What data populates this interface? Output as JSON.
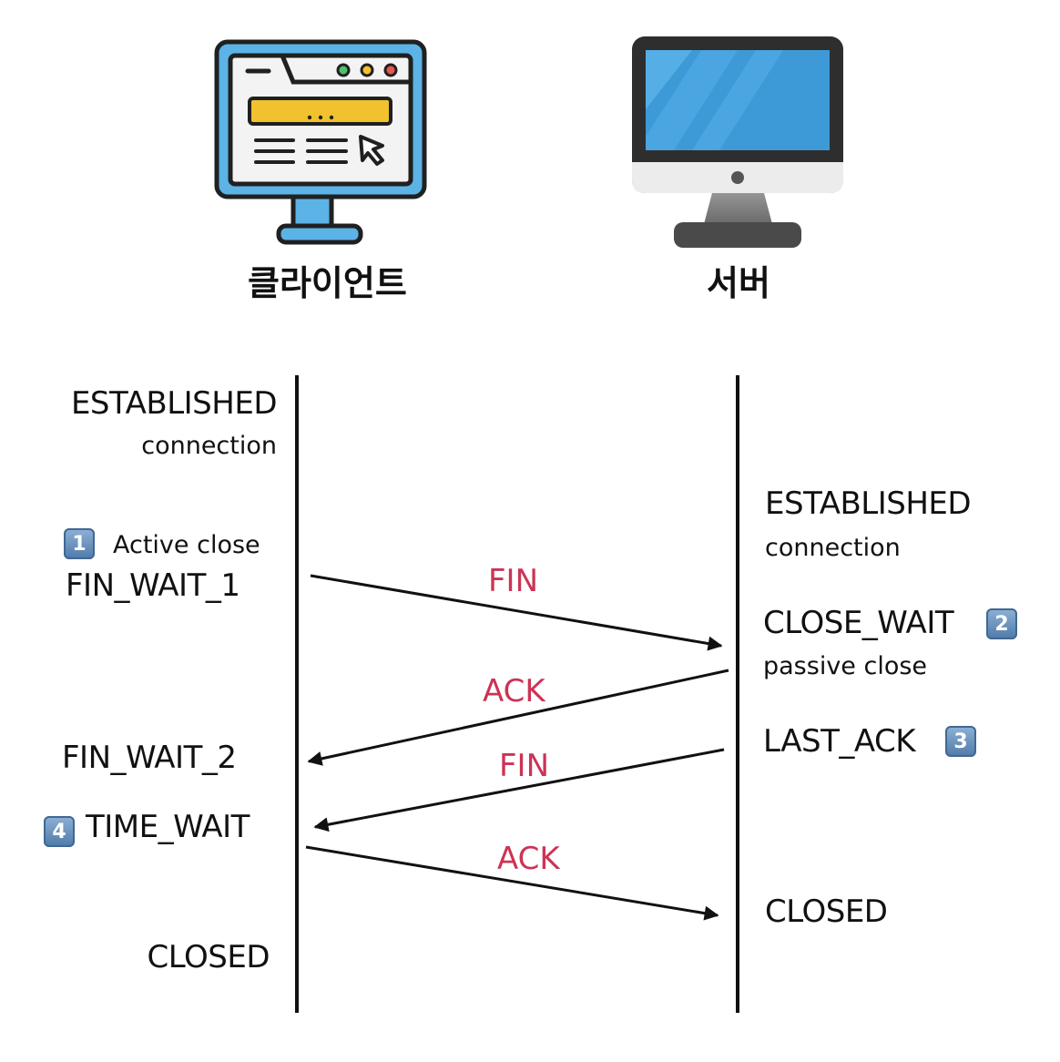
{
  "client": {
    "label": "클라이언트",
    "established": "ESTABLISHED",
    "established_sub": "connection",
    "step1_badge": "1",
    "active_close": "Active close",
    "fin_wait_1": "FIN_WAIT_1",
    "fin_wait_2": "FIN_WAIT_2",
    "step4_badge": "4",
    "time_wait": "TIME_WAIT",
    "closed": "CLOSED"
  },
  "server": {
    "label": "서버",
    "established": "ESTABLISHED",
    "established_sub": "connection",
    "close_wait": "CLOSE_WAIT",
    "step2_badge": "2",
    "passive_close": "passive close",
    "last_ack": "LAST_ACK",
    "step3_badge": "3",
    "closed": "CLOSED"
  },
  "messages": [
    {
      "label": "FIN",
      "direction": "client-to-server"
    },
    {
      "label": "ACK",
      "direction": "server-to-client"
    },
    {
      "label": "FIN",
      "direction": "server-to-client"
    },
    {
      "label": "ACK",
      "direction": "client-to-server"
    }
  ],
  "colors": {
    "message_label": "#cc3355",
    "line": "#111111",
    "monitor_blue": "#5bb3e6",
    "browser_bar_yellow": "#f2c12e",
    "imac_screen": "#3d9ad6",
    "imac_bezel": "#333333"
  },
  "icons": {
    "client": "browser-monitor-icon",
    "server": "imac-monitor-icon"
  }
}
